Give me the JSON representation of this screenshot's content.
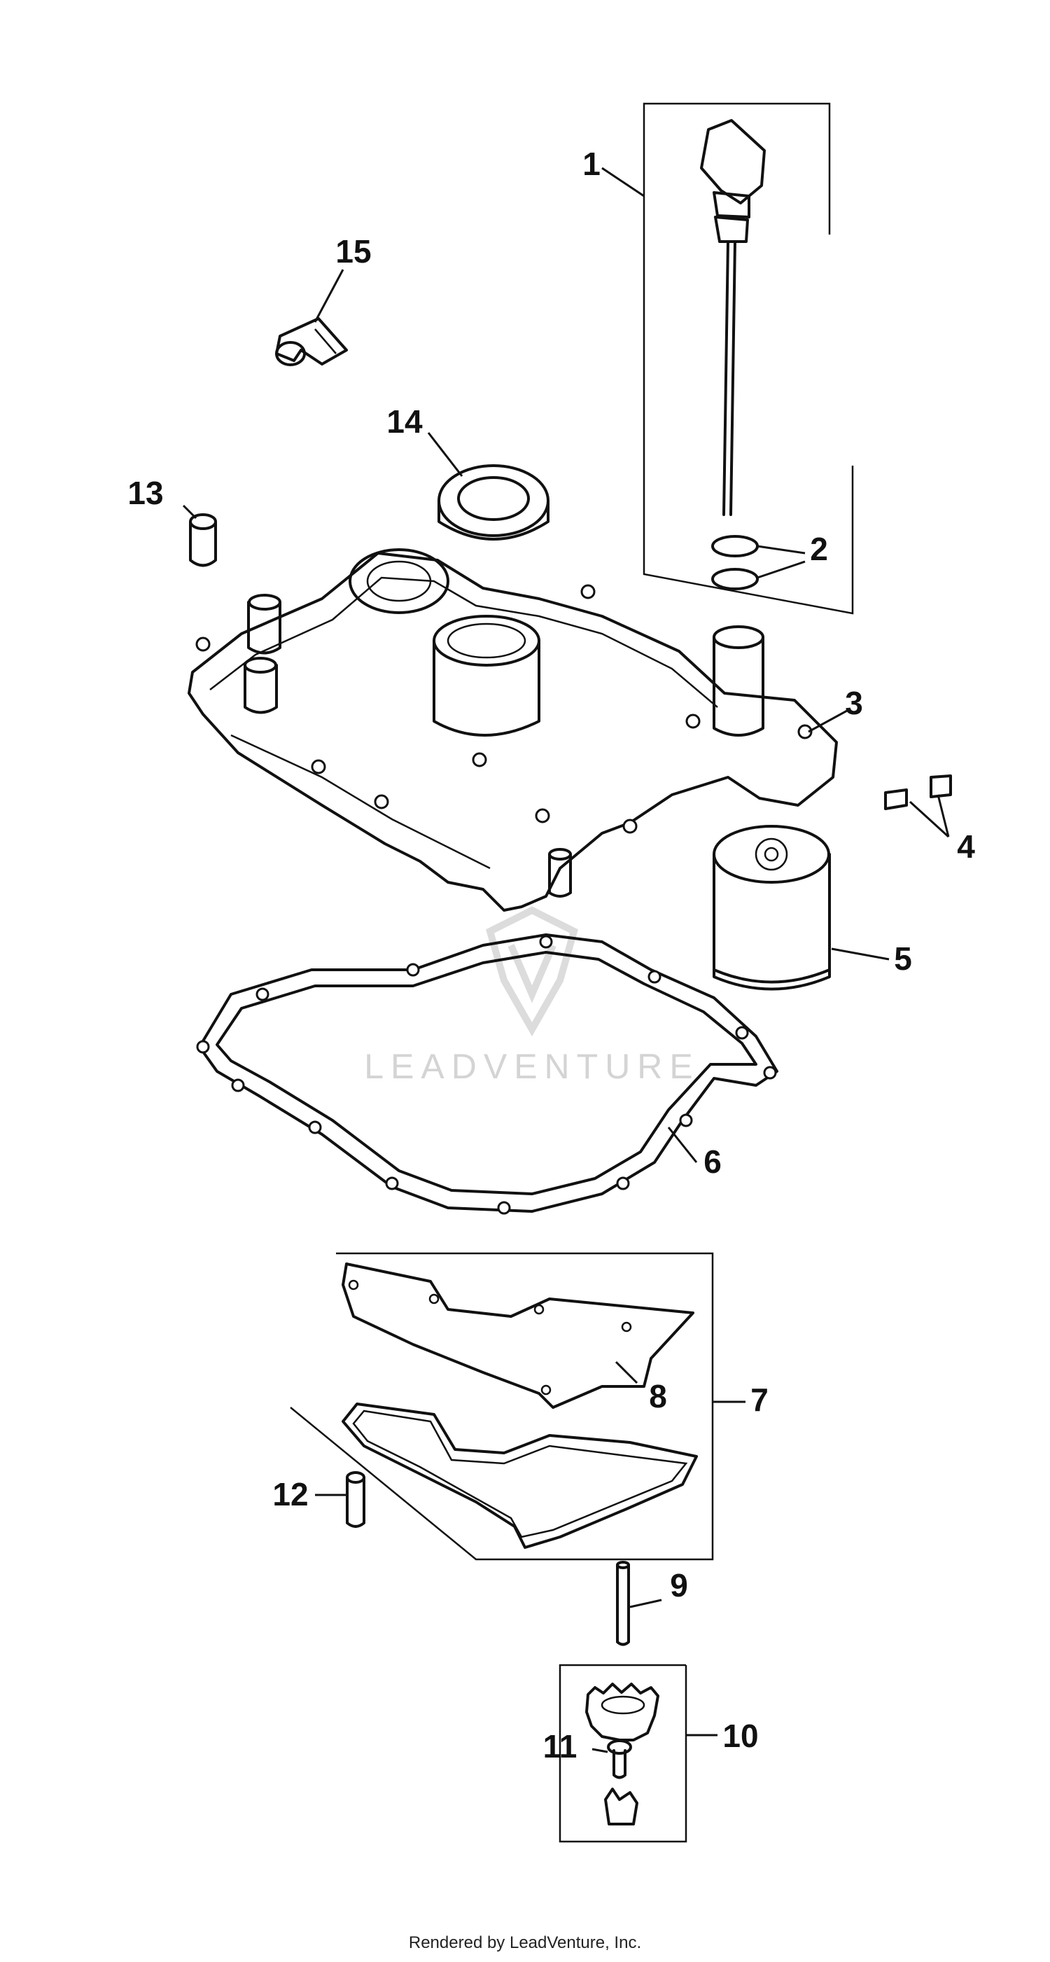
{
  "callouts": [
    "1",
    "2",
    "3",
    "4",
    "5",
    "6",
    "7",
    "8",
    "9",
    "10",
    "11",
    "12",
    "13",
    "14",
    "15"
  ],
  "watermark": "LEADVENTURE",
  "footer": "Rendered by LeadVenture, Inc."
}
